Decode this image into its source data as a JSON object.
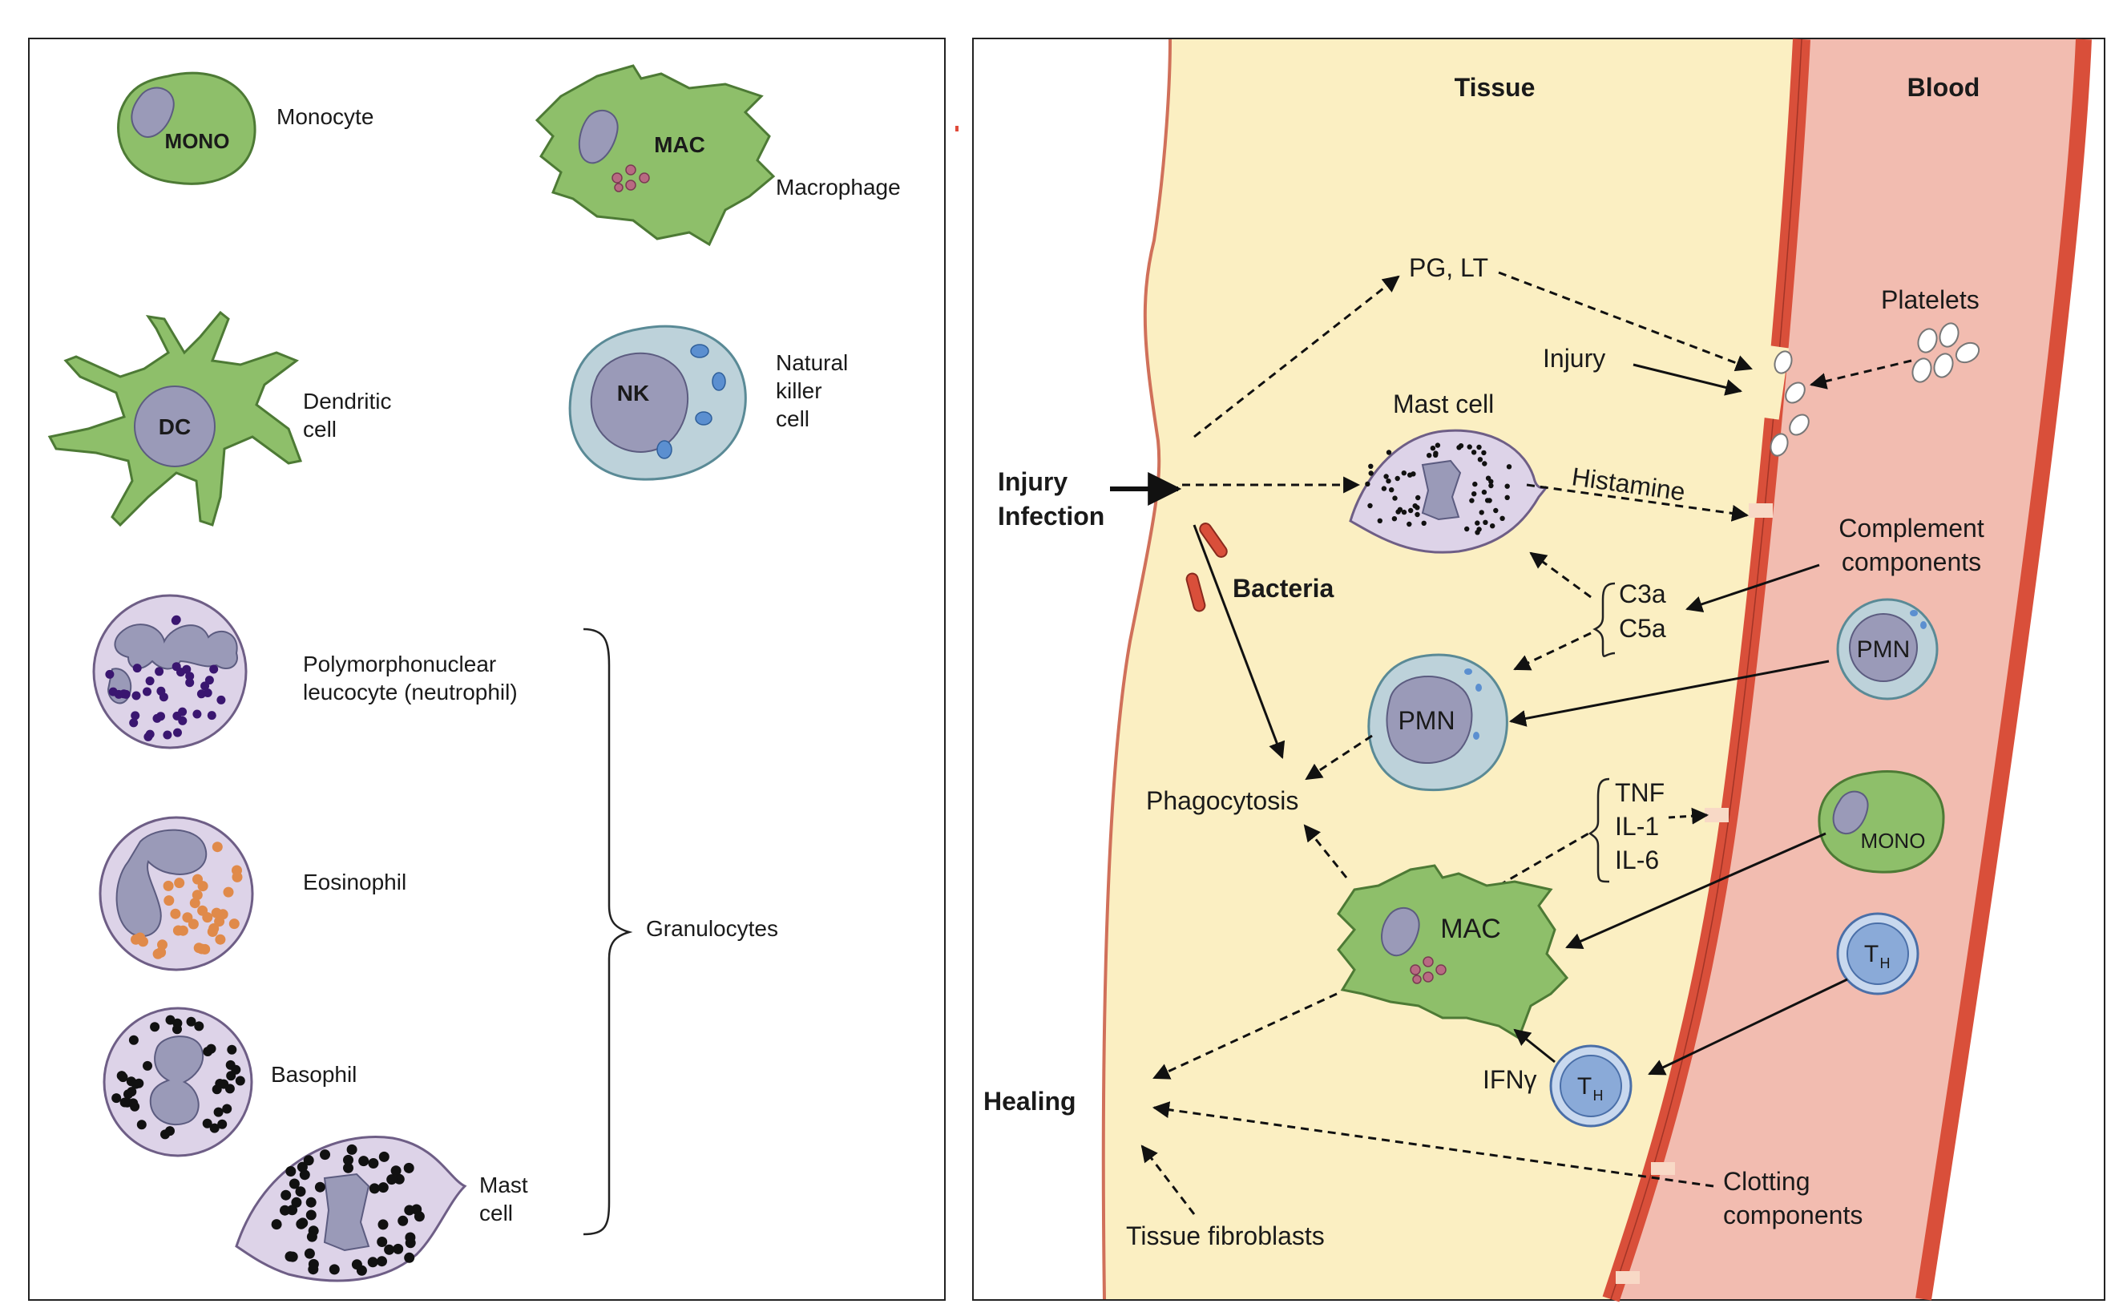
{
  "left_panel": {
    "cells": {
      "monocyte": {
        "abbr": "MONO",
        "label": "Monocyte"
      },
      "macrophage": {
        "abbr": "MAC",
        "label": "Macrophage"
      },
      "dendritic": {
        "abbr": "DC",
        "label_lines": [
          "Dendritic",
          "cell"
        ]
      },
      "nk": {
        "abbr": "NK",
        "label_lines": [
          "Natural",
          "killer",
          "cell"
        ]
      },
      "neutrophil": {
        "label_lines": [
          "Polymorphonuclear",
          "leucocyte (neutrophil)"
        ]
      },
      "eosinophil": {
        "label": "Eosinophil"
      },
      "basophil": {
        "label": "Basophil"
      },
      "mast": {
        "label_lines": [
          "Mast",
          "cell"
        ]
      }
    },
    "group_label": "Granulocytes"
  },
  "right_panel": {
    "regions": {
      "tissue": "Tissue",
      "blood": "Blood"
    },
    "labels": {
      "injury_infection": [
        "Injury",
        "Infection"
      ],
      "pg_lt": "PG, LT",
      "injury": "Injury",
      "platelets": "Platelets",
      "mast_cell": "Mast cell",
      "histamine": "Histamine",
      "bacteria": "Bacteria",
      "complement": [
        "Complement",
        "components"
      ],
      "c3a": "C3a",
      "c5a": "C5a",
      "pmn": "PMN",
      "phagocytosis": "Phagocytosis",
      "tnf": "TNF",
      "il1": "IL-1",
      "il6": "IL-6",
      "mono": "MONO",
      "mac": "MAC",
      "th_main": "T",
      "th_sub": "H",
      "ifn": "IFNγ",
      "healing": "Healing",
      "clotting": [
        "Clotting",
        "components"
      ],
      "fibroblasts": "Tissue fibroblasts"
    }
  },
  "colors": {
    "green_cell": "#8ebf6a",
    "nucleus": "#9a9ab8",
    "granulocyte_bg": "#ddd3e8",
    "tissue": "#fbefc2",
    "blood": "#f2bcb0",
    "vessel_wall": "#d94f3a",
    "nk_cell": "#bdd2da"
  }
}
